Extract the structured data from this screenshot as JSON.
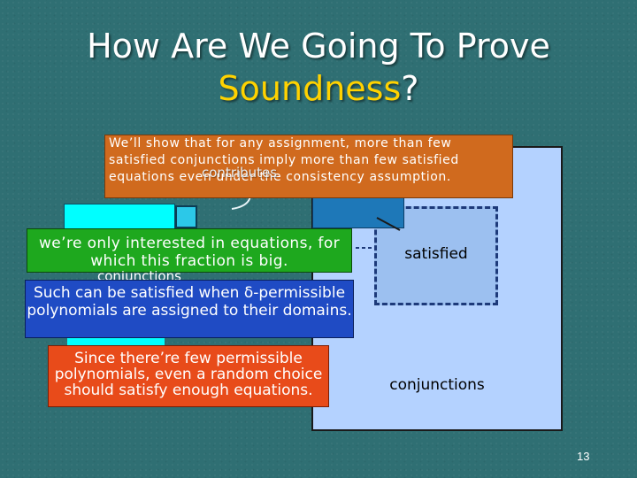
{
  "slide": {
    "title_line1": "How Are We Going To Prove",
    "title_highlight": "Soundness",
    "title_suffix": "?",
    "callout_top": "We’ll show that for any assignment, more than few satisfied conjunctions imply more than few satisfied equations even under the consistency assumption.",
    "contributes_label": "contributes",
    "green_callout": "we’re only interested in equations, for which this fraction is big.",
    "green_overflow": "conjunctions",
    "blue_callout": "Such can be satisfied when δ-permissible polynomials are assigned to their domains.",
    "red_callout": "Since there’re few permissible polynomials, even a random choice should satisfy enough equations.",
    "satisfied_label": "satisfied",
    "conjunctions_label": "conjunctions",
    "page_number": "13"
  },
  "colors": {
    "background": "#2f6f73",
    "highlight": "#ffd200",
    "callout_orange": "#d06a1e",
    "green": "#1ea81e",
    "blue": "#1f4bc4",
    "red": "#e84b1a",
    "cyan": "#00ffff",
    "panel": "#b4d2ff"
  }
}
